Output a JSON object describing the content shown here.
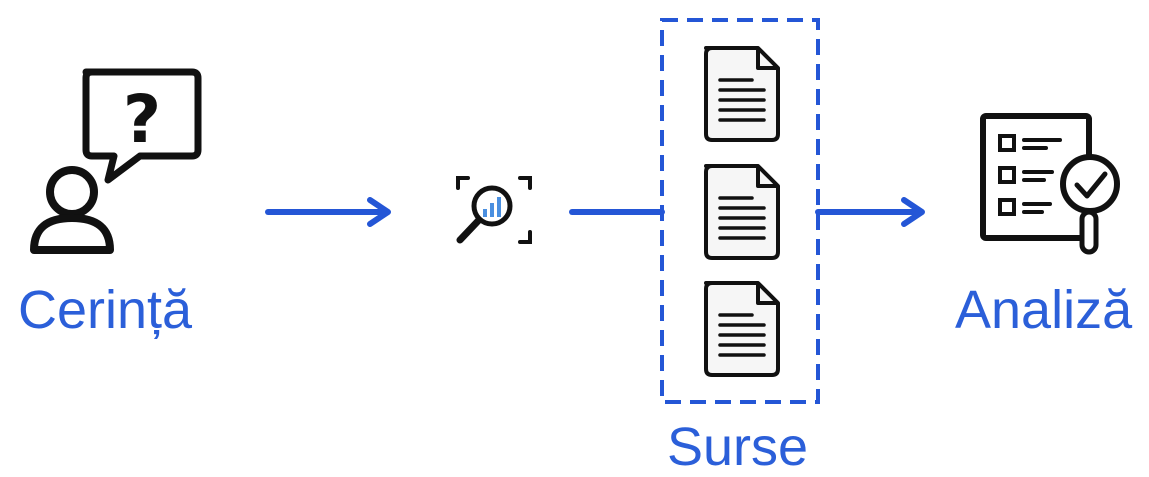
{
  "colors": {
    "accent": "#2456d6",
    "ink": "#111111",
    "label": "#2b5fd9",
    "paper": "#f6f6f6",
    "chart": "#4a8fe0"
  },
  "nodes": {
    "request": {
      "label": "Cerință",
      "icon": "user-question-icon"
    },
    "search": {
      "icon": "search-analytics-icon"
    },
    "sources": {
      "label": "Surse",
      "icon": "document-icon",
      "document_count": 3
    },
    "analysis": {
      "label": "Analiză",
      "icon": "checklist-magnifier-icon"
    }
  },
  "edges": [
    {
      "from": "request",
      "to": "search",
      "style": "arrow"
    },
    {
      "from": "search",
      "to": "sources",
      "style": "line"
    },
    {
      "from": "sources",
      "to": "analysis",
      "style": "arrow"
    }
  ]
}
